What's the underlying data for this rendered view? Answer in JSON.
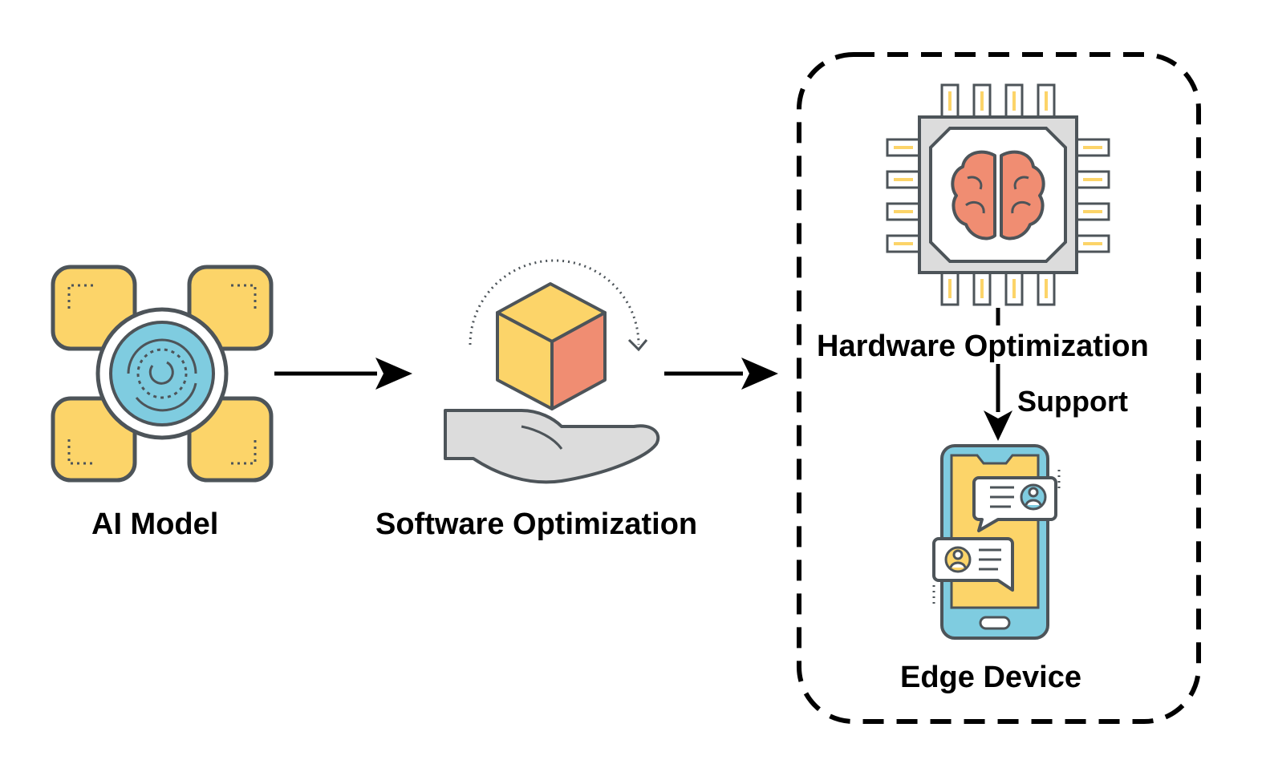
{
  "nodes": {
    "ai_model": {
      "label": "AI Model",
      "icon": "ai-model-icon"
    },
    "software": {
      "label": "Software Optimization",
      "icon": "cube-in-hand-icon"
    },
    "hardware": {
      "label": "Hardware Optimization",
      "icon": "brain-chip-icon"
    },
    "edge": {
      "label": "Edge Device",
      "icon": "smartphone-chat-icon"
    }
  },
  "edges": {
    "ai_to_software": {
      "label": ""
    },
    "software_to_hardware": {
      "label": ""
    },
    "hardware_to_edge": {
      "label": "Support"
    }
  },
  "group": {
    "style": "dashed",
    "members": [
      "Hardware Optimization",
      "Edge Device"
    ]
  },
  "colors": {
    "yellow": "#FCD469",
    "cyan": "#7FCCE0",
    "salmon": "#F08D72",
    "outline": "#4D5459",
    "grey": "#DCDCDC",
    "arrow": "#000000"
  }
}
